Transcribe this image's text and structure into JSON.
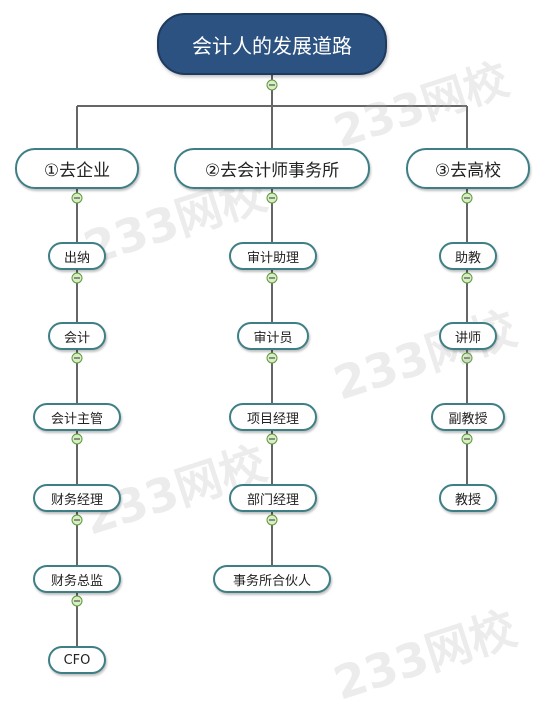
{
  "root": {
    "label": "会计人的发展道路"
  },
  "branches": [
    {
      "label": "①去企业",
      "children": [
        "出纳",
        "会计",
        "会计主管",
        "财务经理",
        "财务总监",
        "CFO"
      ]
    },
    {
      "label": "②去会计师事务所",
      "children": [
        "审计助理",
        "审计员",
        "项目经理",
        "部门经理",
        "事务所合伙人"
      ]
    },
    {
      "label": "③去高校",
      "children": [
        "助教",
        "讲师",
        "副教授",
        "教授"
      ]
    }
  ],
  "watermark": {
    "text": "233网校"
  },
  "colors": {
    "root_fill": "#2c5282",
    "node_border": "#3e7f86",
    "connector": "#666666",
    "collapse_fill": "#d8efc4",
    "collapse_stroke": "#5b9a3c"
  }
}
